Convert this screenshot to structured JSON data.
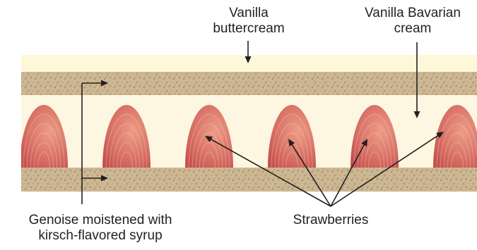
{
  "labels": {
    "vanilla_buttercream": [
      "Vanilla",
      "buttercream"
    ],
    "vanilla_bavarian_cream": [
      "Vanilla Bavarian",
      "cream"
    ],
    "genoise": [
      "Genoise moistened with",
      "kirsch-flavored syrup"
    ],
    "strawberries": "Strawberries"
  },
  "colors": {
    "buttercream": "#fdf8d9",
    "bavarian_cream": "#fdf6e0",
    "genoise": "#cdb893",
    "genoise_speckle": "#b39d78",
    "strawberry_light": "#ed9c86",
    "strawberry_dark": "#c54f4e",
    "text": "#231f20",
    "arrow": "#231f20"
  },
  "strawberry_count": 6
}
